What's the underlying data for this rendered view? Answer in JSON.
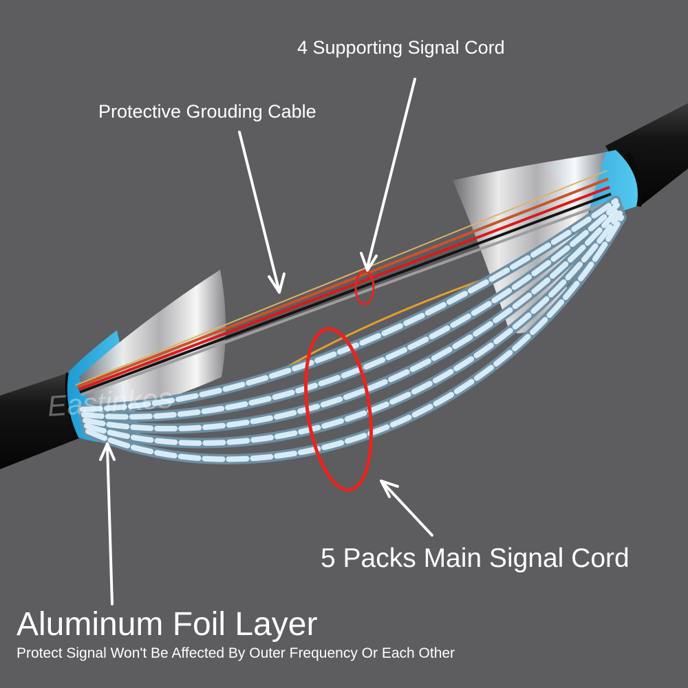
{
  "labels": {
    "supporting_signal_cord": "4 Supporting Signal Cord",
    "protective_grounding_cable": "Protective Grouding Cable",
    "main_signal_cord": "5 Packs Main Signal Cord",
    "aluminum_foil_layer": "Aluminum Foil Layer",
    "foil_subtitle": "Protect Signal Won't Be Affected By Outer Frequency Or Each Other"
  },
  "watermark": "Eastinkes",
  "colors": {
    "background": "#5d5c5f",
    "cable_jacket": "#111111",
    "foil_accent": "#33b6e6",
    "highlight_ring": "#e8251f",
    "label_text": "#ffffff"
  },
  "icons": [
    "arrow-up-icon",
    "arrow-down-icon"
  ]
}
